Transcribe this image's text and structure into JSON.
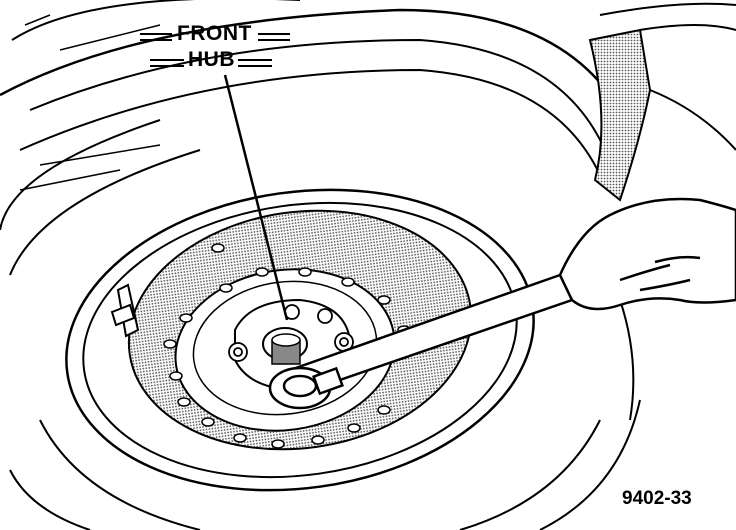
{
  "callout": {
    "line1": "FRONT",
    "line2": "HUB"
  },
  "figure_id": "9402-33",
  "colors": {
    "ink": "#000000",
    "paper": "#ffffff",
    "stipple": "#b8b8b8"
  }
}
